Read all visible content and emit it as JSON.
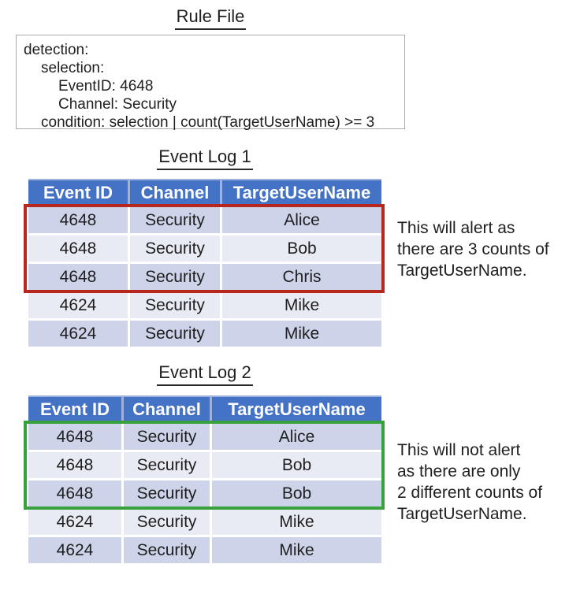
{
  "colors": {
    "header_bg": "#4472c4",
    "header_text": "#ffffff",
    "header_gap": "#9fb2dd",
    "row_dark": "#cdd3e9",
    "row_light": "#e9ebf4",
    "alert_border": "#b7271d",
    "no_alert_border": "#37a23d",
    "rule_box_border": "#ababab",
    "text": "#1f1f1f"
  },
  "rule_file": {
    "title": "Rule File",
    "lines": [
      "detection:",
      "selection:",
      "EventID: 4648",
      "Channel: Security",
      "condition: selection | count(TargetUserName) >= 3"
    ]
  },
  "log1": {
    "title": "Event Log 1",
    "columns": [
      "Event ID",
      "Channel",
      "TargetUserName"
    ],
    "rows": [
      [
        "4648",
        "Security",
        "Alice"
      ],
      [
        "4648",
        "Security",
        "Bob"
      ],
      [
        "4648",
        "Security",
        "Chris"
      ],
      [
        "4624",
        "Security",
        "Mike"
      ],
      [
        "4624",
        "Security",
        "Mike"
      ]
    ],
    "note_lines": [
      "This will alert as",
      "there are 3 counts of",
      "TargetUserName."
    ]
  },
  "log2": {
    "title": "Event Log 2",
    "columns": [
      "Event ID",
      "Channel",
      "TargetUserName"
    ],
    "rows": [
      [
        "4648",
        "Security",
        "Alice"
      ],
      [
        "4648",
        "Security",
        "Bob"
      ],
      [
        "4648",
        "Security",
        "Bob"
      ],
      [
        "4624",
        "Security",
        "Mike"
      ],
      [
        "4624",
        "Security",
        "Mike"
      ]
    ],
    "note_lines": [
      "This will not alert",
      "as there are only",
      "2 different counts of",
      "TargetUserName."
    ]
  }
}
